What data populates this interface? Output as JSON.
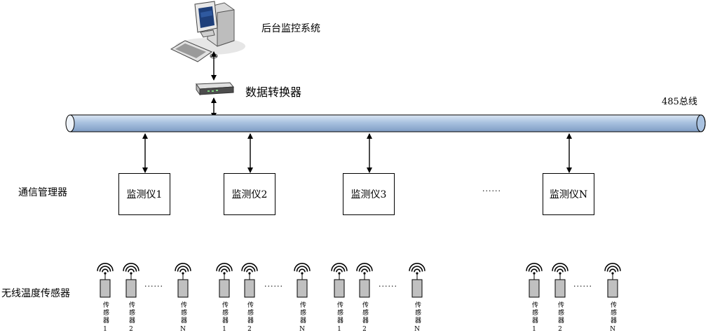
{
  "labels": {
    "backend": "后台监控系统",
    "converter": "数据转换器",
    "bus": "485总线",
    "comm_manager": "通信管理器",
    "sensors_title": "无线温度传感器",
    "ellipsis_monitors": "······",
    "ellipsis_sensors": "······"
  },
  "monitors": [
    {
      "label": "监测仪1"
    },
    {
      "label": "监测仪2"
    },
    {
      "label": "监测仪3"
    },
    {
      "label": "监测仪N"
    }
  ],
  "sensor_groups": [
    {
      "sensors": [
        {
          "name": "传感器",
          "id": "1"
        },
        {
          "name": "传感器",
          "id": "2"
        },
        {
          "name": "传感器",
          "id": "N"
        }
      ]
    },
    {
      "sensors": [
        {
          "name": "传感器",
          "id": "1"
        },
        {
          "name": "传感器",
          "id": "2"
        },
        {
          "name": "传感器",
          "id": "N"
        }
      ]
    },
    {
      "sensors": [
        {
          "name": "传感器",
          "id": "1"
        },
        {
          "name": "传感器",
          "id": "2"
        },
        {
          "name": "传感器",
          "id": "N"
        }
      ]
    },
    {
      "sensors": [
        {
          "name": "传感器",
          "id": "1"
        },
        {
          "name": "传感器",
          "id": "2"
        },
        {
          "name": "传感器",
          "id": "N"
        }
      ]
    }
  ],
  "colors": {
    "bus_fill": "#a9c2e0",
    "bus_stroke": "#000000",
    "sensor_fill": "#c0c0c0"
  },
  "icons": [
    "computer-icon",
    "data-converter-icon",
    "wifi-signal-icon"
  ]
}
